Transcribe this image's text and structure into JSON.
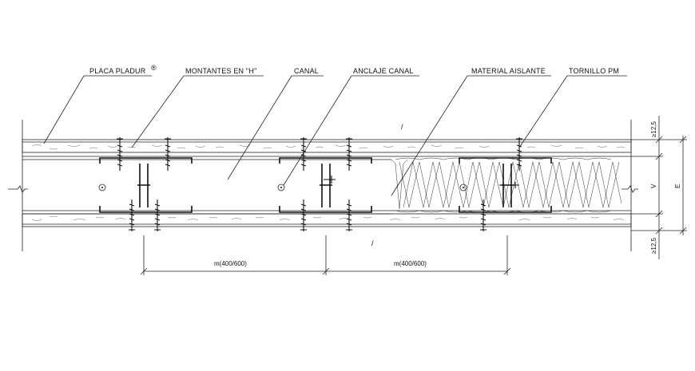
{
  "labels": {
    "placa": "PLACA PLADUR",
    "placa_mark": "®",
    "montantes": "MONTANTES EN \"H\"",
    "canal": "CANAL",
    "anclaje": "ANCLAJE CANAL",
    "material": "MATERIAL AISLANTE",
    "tornillo": "TORNILLO PM"
  },
  "dimensions": {
    "module_1": "m(400/600)",
    "module_2": "m(400/600)",
    "board_top": "≥12,5",
    "board_bottom": "≥12,5",
    "cavity": "V",
    "total": "E"
  },
  "markers": {
    "cut_1": "/",
    "cut_2": "/"
  }
}
